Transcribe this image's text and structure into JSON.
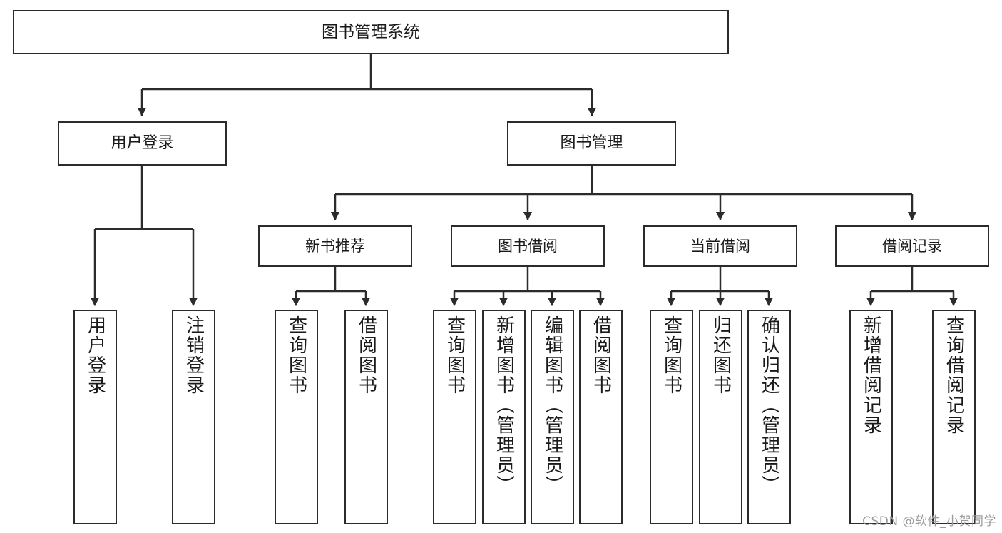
{
  "diagram": {
    "title": "图书管理系统",
    "watermark": "CSDN @软件_小贺同学",
    "colors": {
      "background": "#ffffff",
      "box_border": "#2b2b2b",
      "connector": "#2b2b2b",
      "text": "#1a1a1a",
      "watermark": "#9b9b9b"
    },
    "root": {
      "label": "图书管理系统"
    },
    "level2": [
      {
        "label": "用户登录"
      },
      {
        "label": "图书管理"
      }
    ],
    "level3": [
      {
        "label": "新书推荐"
      },
      {
        "label": "图书借阅"
      },
      {
        "label": "当前借阅"
      },
      {
        "label": "借阅记录"
      }
    ],
    "leaves": {
      "user_login": [
        {
          "label": "用户登录"
        },
        {
          "label": "注销登录"
        }
      ],
      "new_book_recommend": [
        {
          "label": "查询图书"
        },
        {
          "label": "借阅图书"
        }
      ],
      "book_borrow": [
        {
          "label": "查询图书"
        },
        {
          "label": "新增图书（管理员）"
        },
        {
          "label": "编辑图书（管理员）"
        },
        {
          "label": "借阅图书"
        }
      ],
      "current_borrow": [
        {
          "label": "查询图书"
        },
        {
          "label": "归还图书"
        },
        {
          "label": "确认归还（管理员）"
        }
      ],
      "borrow_record": [
        {
          "label": "新增借阅记录"
        },
        {
          "label": "查询借阅记录"
        }
      ]
    }
  }
}
